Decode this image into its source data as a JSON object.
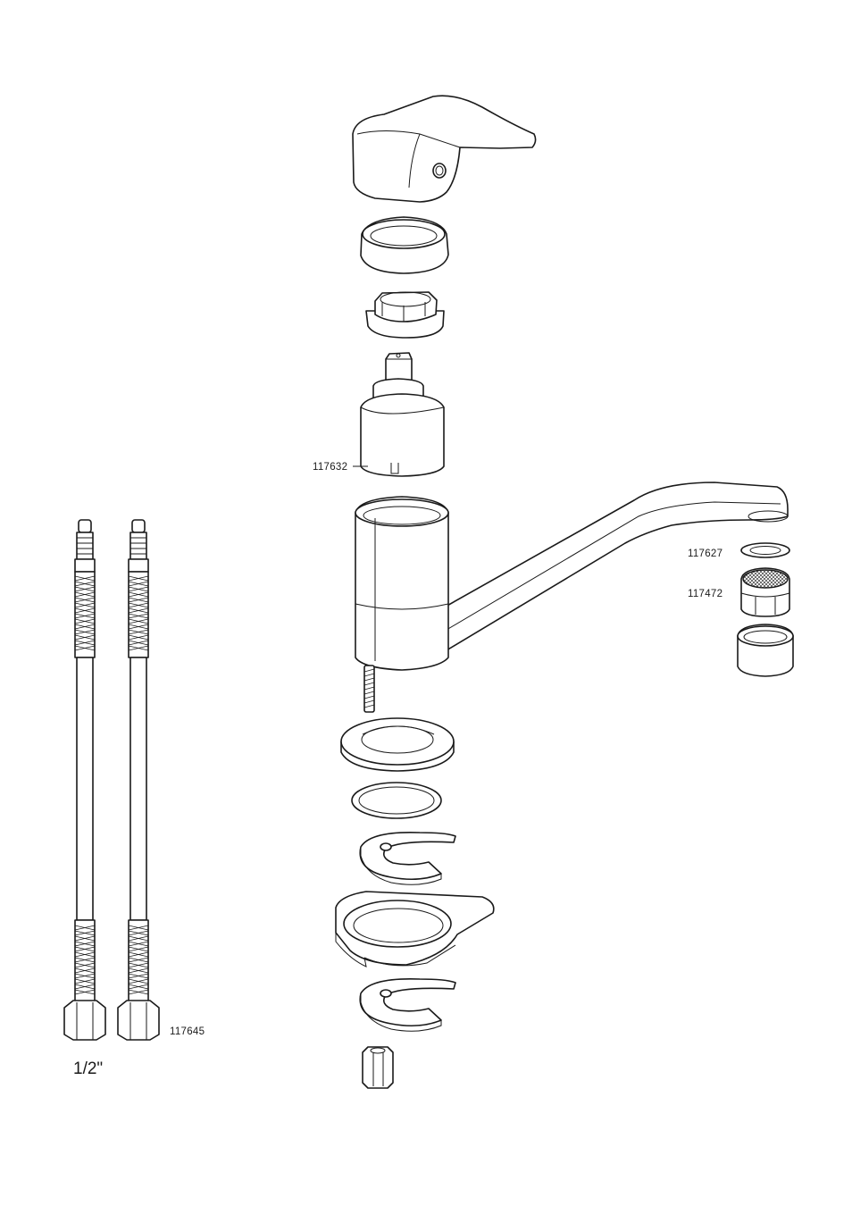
{
  "labels": {
    "cartridge": "117632",
    "washer": "117627",
    "aerator_insert": "117472",
    "hoses": "117645",
    "thread_size": "1/2\""
  }
}
